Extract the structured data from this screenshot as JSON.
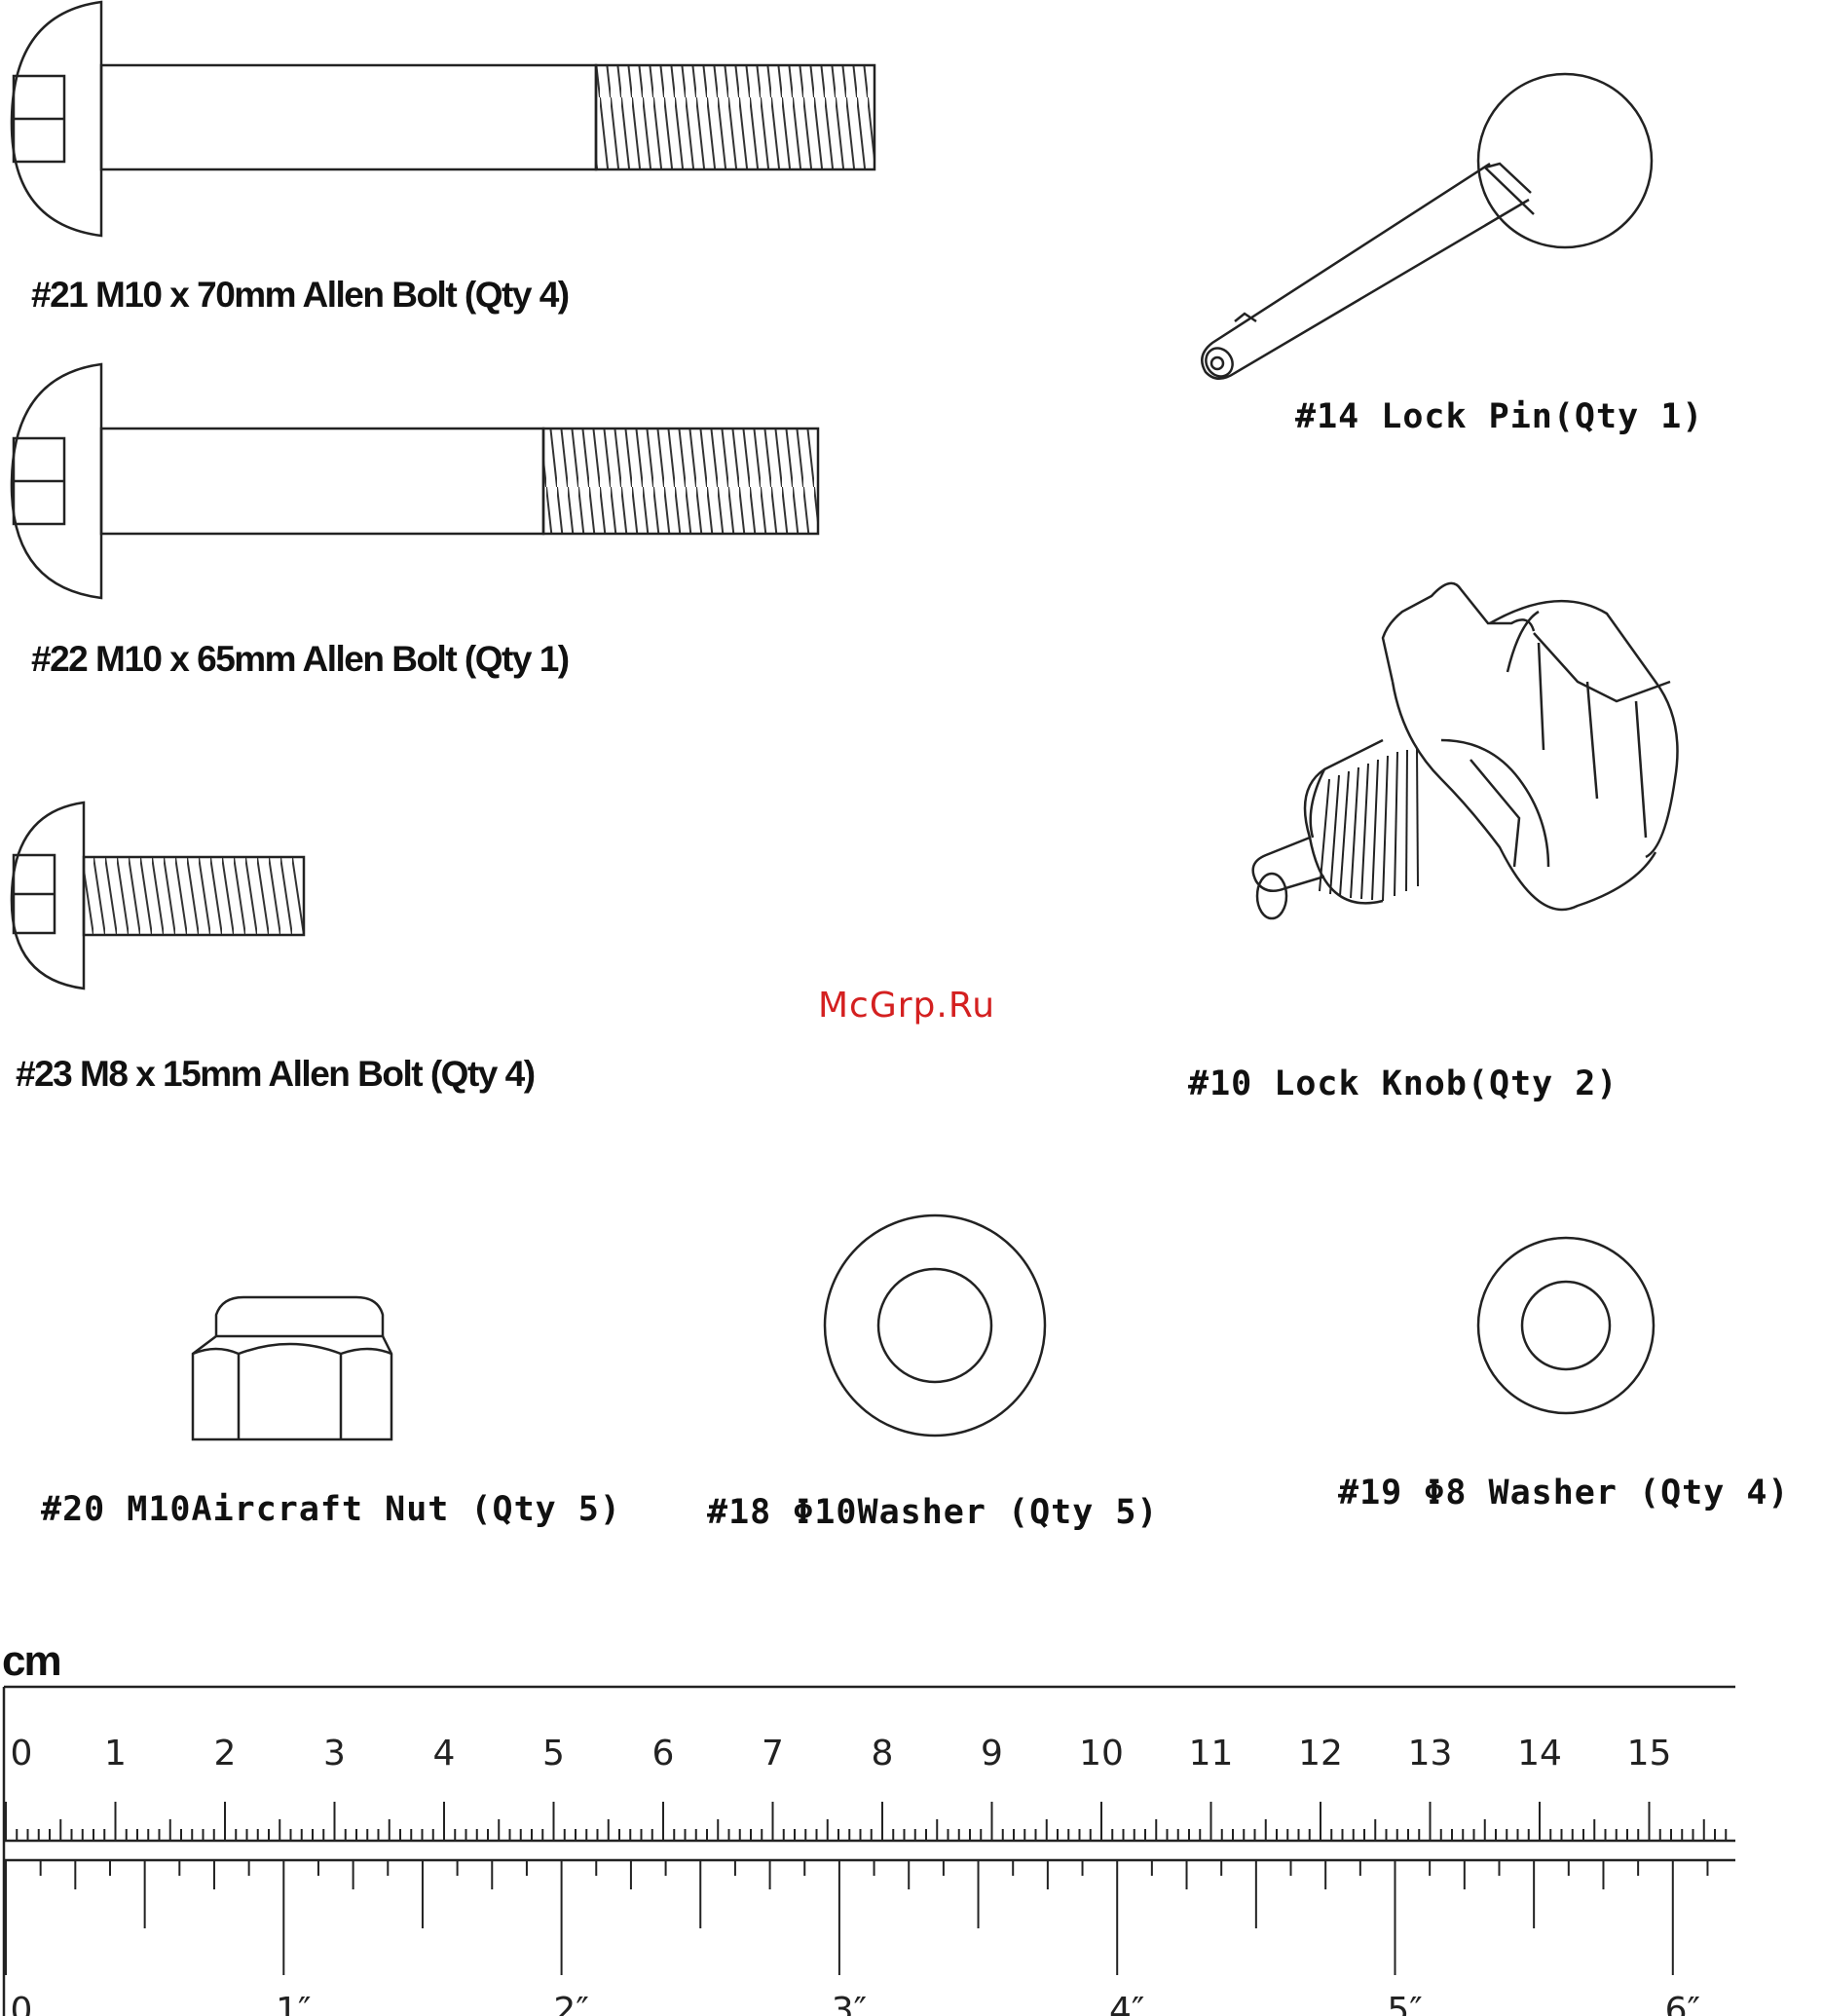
{
  "parts": {
    "p21": {
      "label": "#21 M10 x 70mm Allen Bolt (Qty 4)"
    },
    "p22": {
      "label": "#22 M10 x 65mm Allen Bolt (Qty 1)"
    },
    "p23": {
      "label": "#23 M8 x 15mm  Allen  Bolt  (Qty 4)"
    },
    "p14": {
      "label": "#14 Lock Pin(Qty 1)"
    },
    "p10": {
      "label": "#10 Lock Knob(Qty 2)"
    },
    "p20": {
      "label": "#20 M10Aircraft Nut (Qty 5)"
    },
    "p18": {
      "label": "#18 Φ10Washer (Qty 5)"
    },
    "p19": {
      "label": "#19  Φ8 Washer (Qty 4)"
    }
  },
  "watermark": "McGrp.Ru",
  "ruler": {
    "unit_label": "cm",
    "cm_numbers": [
      "0",
      "1",
      "2",
      "3",
      "4",
      "5",
      "6",
      "7",
      "8",
      "9",
      "10",
      "11",
      "12",
      "13",
      "14",
      "15"
    ],
    "inch_numbers": [
      "0",
      "1″",
      "2″",
      "3″",
      "4″",
      "5″",
      "6″"
    ]
  }
}
